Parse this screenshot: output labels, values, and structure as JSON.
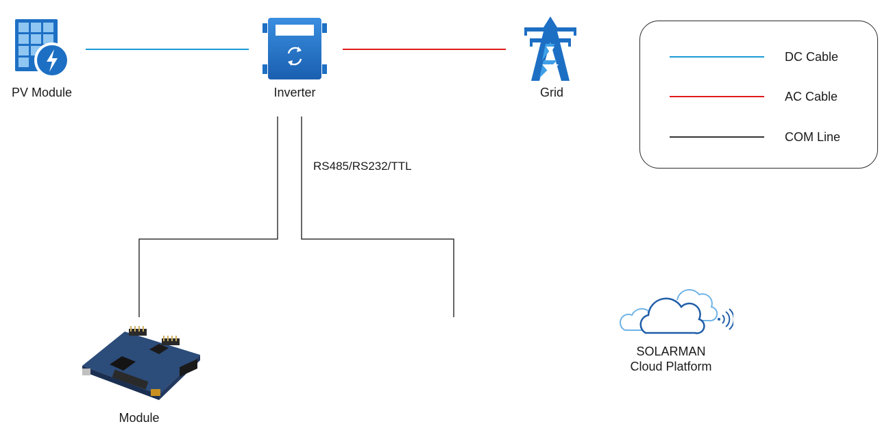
{
  "nodes": {
    "pv_module": {
      "label": "PV Module"
    },
    "inverter": {
      "label": "Inverter"
    },
    "grid": {
      "label": "Grid"
    },
    "module": {
      "label": "Module"
    },
    "cloud": {
      "label_line1": "SOLARMAN",
      "label_line2": "Cloud Platform"
    }
  },
  "connections": {
    "com_protocol": "RS485/RS232/TTL"
  },
  "legend": [
    {
      "label": "DC Cable",
      "color": "#1a9ad6"
    },
    {
      "label": "AC Cable",
      "color": "#e01a1a"
    },
    {
      "label": "COM Line",
      "color": "#333333"
    }
  ],
  "colors": {
    "icon_blue": "#1d6fc4",
    "icon_blue_light": "#3fa0e8",
    "cloud_stroke": "#1f5da8",
    "cloud_light": "#6fb3e6"
  }
}
